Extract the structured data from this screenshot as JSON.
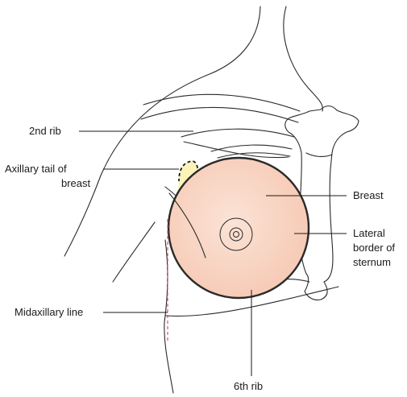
{
  "labels": {
    "rib2": "2nd rib",
    "axillary_tail_line1": "Axillary tail of",
    "axillary_tail_line2": "breast",
    "breast": "Breast",
    "lateral_border_line1": "Lateral",
    "lateral_border_line2": "border of",
    "lateral_border_line3": "sternum",
    "midaxillary": "Midaxillary line",
    "rib6": "6th rib"
  },
  "colors": {
    "breast_fill": "#f6c9b4",
    "breast_center": "#fbe3d6",
    "axillary_tail_fill": "#fbf3b8",
    "midaxillary_line": "#d9536a",
    "outline": "#2a2a2a"
  }
}
